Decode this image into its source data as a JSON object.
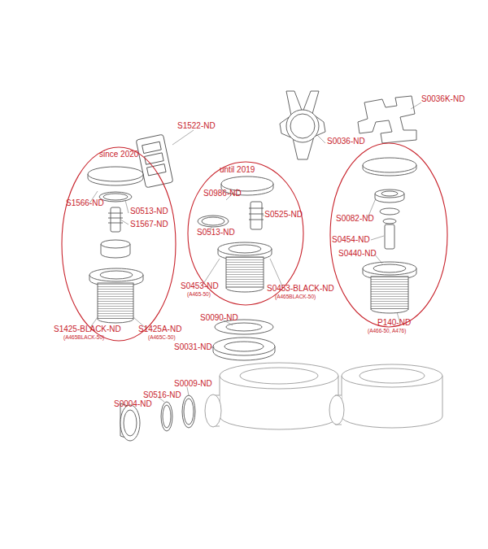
{
  "diagram": {
    "nodes": [
      {
        "text": [
          "since 2020",
          "S1566-ND",
          "S0513-ND",
          "S1567-ND"
        ]
      },
      {
        "text": [
          "until 2019",
          "S0986-ND",
          "S0525-ND",
          "S0513-ND"
        ]
      },
      {
        "text": [
          "S0082-ND",
          "S0454-ND",
          "S0440-ND"
        ]
      }
    ],
    "labels": [
      "S0036K-ND",
      "S1522-ND",
      "S0036-ND",
      "S0453-ND",
      "(A465-50)",
      "S0453-BLACK-ND",
      "(A465BLACK-50)",
      "S1425-BLACK-ND",
      "(A465BLACK-50)",
      "S1425A-ND",
      "(A465C-50)",
      "P140-ND",
      "(A466-50, A476)",
      "S0090-ND",
      "S0031-ND",
      "S0009-ND",
      "S0516-ND",
      "S0004-ND"
    ]
  }
}
